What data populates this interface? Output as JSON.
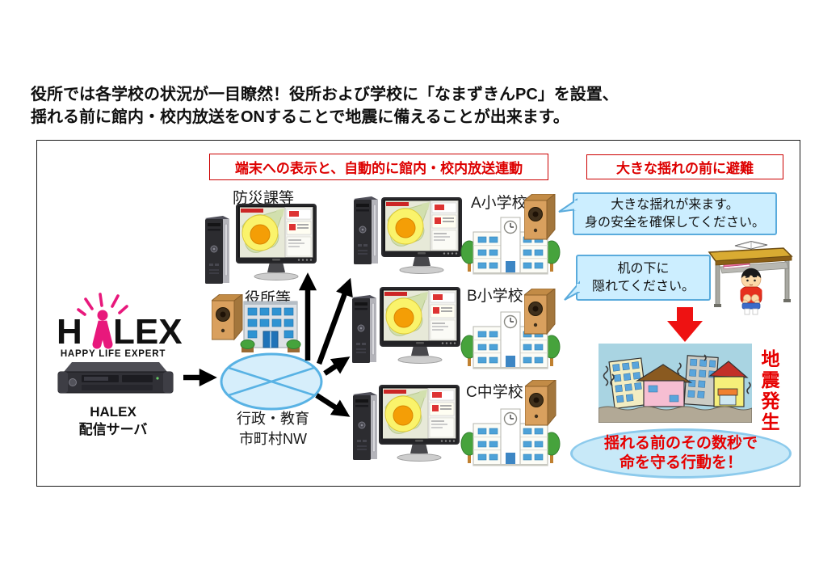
{
  "heading": {
    "line1": "役所では各学校の状況が一目瞭然！役所および学校に「なまずきんPC」を設置、",
    "line2": "揺れる前に館内・校内放送をONすることで地震に備えることが出来ます。"
  },
  "banners": {
    "display_link": "端末への表示と、自動的に館内・校内放送連動",
    "evacuate": "大きな揺れの前に避難"
  },
  "halex": {
    "logo_h": "H",
    "logo_lex": "LEX",
    "tagline": "HAPPY LIFE EXPERT",
    "server_line1": "HALEX",
    "server_line2": "配信サーバ"
  },
  "network": {
    "line1": "行政・教育",
    "line2": "市町村NW"
  },
  "sites": {
    "bousai": "防災課等",
    "yakusho": "役所等",
    "school_a": "A小学校",
    "school_b": "B小学校",
    "school_c": "C中学校"
  },
  "bubble1": {
    "line1": "大きな揺れが来ます。",
    "line2": "身の安全を確保してください。"
  },
  "bubble2": {
    "line1": "机の下に",
    "line2": "隠れてください。"
  },
  "earthquake": {
    "label": "地震発生"
  },
  "slogan": {
    "line1": "揺れる前のその数秒で",
    "line2": "命を守る行動を！"
  },
  "icons": {
    "monitor-icon": "pc monitor showing earthquake early-warning map",
    "pc-tower-icon": "desktop pc tower",
    "speaker-icon": "wooden broadcast speaker",
    "school-building-icon": "school building with clock tower",
    "office-building-icon": "municipal office building",
    "rack-server-icon": "1U rack server",
    "network-cloud-icon": "network ellipse with X",
    "desk-child-icon": "child hiding under desk",
    "earthquake-city-icon": "shaking buildings",
    "down-arrow-icon": "red arrow pointing down"
  },
  "colors": {
    "accent_red": "#e60000",
    "banner_border": "#cc0000",
    "bubble_fill": "#cceeff",
    "bubble_border": "#5aabdc",
    "cloud_fill": "#d6eefb",
    "cloud_border": "#58b2e4",
    "slogan_fill": "#c8e9f8",
    "slogan_border": "#8ccaec",
    "logo_pink": "#e8187c"
  }
}
